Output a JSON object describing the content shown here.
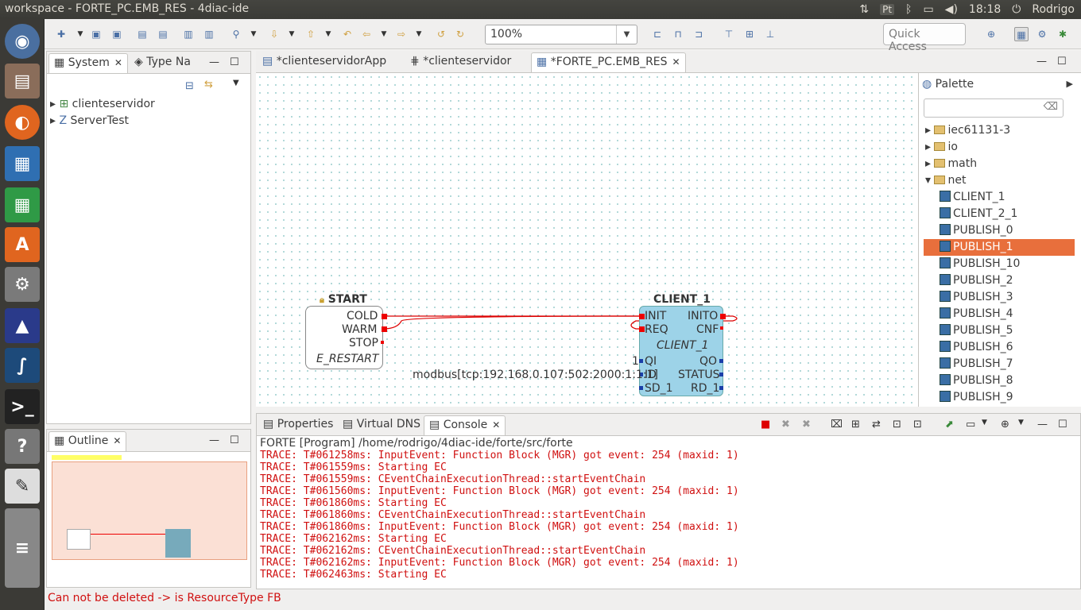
{
  "window": {
    "title": "workspace - FORTE_PC.EMB_RES - 4diac-ide"
  },
  "tray": {
    "lang": "Pt",
    "time": "18:18",
    "user": "Rodrigo"
  },
  "toolbar": {
    "zoom": "100%",
    "quick_access_placeholder": "Quick Access"
  },
  "system_panel": {
    "tabs": [
      {
        "label": "System"
      },
      {
        "label": "Type Na"
      }
    ],
    "tree": [
      {
        "label": "clienteservidor"
      },
      {
        "label": "ServerTest"
      }
    ]
  },
  "outline_panel": {
    "tab": "Outline"
  },
  "editor": {
    "tabs": [
      {
        "label": "*clienteservidorApp"
      },
      {
        "label": "*clienteservidor"
      },
      {
        "label": "*FORTE_PC.EMB_RES"
      }
    ],
    "start_fb": {
      "name": "START",
      "outputs": [
        "COLD",
        "WARM",
        "STOP"
      ],
      "type": "E_RESTART"
    },
    "client_fb": {
      "name": "CLIENT_1",
      "type": "CLIENT_1",
      "event_inputs": [
        "INIT",
        "REQ"
      ],
      "event_outputs": [
        "INITO",
        "CNF"
      ],
      "data_inputs": [
        "QI",
        "ID",
        "SD_1"
      ],
      "data_outputs": [
        "QO",
        "STATUS",
        "RD_1"
      ],
      "qi_value": "1",
      "id_value": "modbus[tcp:192.168.0.107:502:2000:1:1:1]"
    }
  },
  "palette": {
    "title": "Palette",
    "folders": [
      {
        "label": "iec61131-3"
      },
      {
        "label": "io"
      },
      {
        "label": "math"
      },
      {
        "label": "net"
      }
    ],
    "net_items": [
      {
        "label": "CLIENT_1"
      },
      {
        "label": "CLIENT_2_1"
      },
      {
        "label": "PUBLISH_0"
      },
      {
        "label": "PUBLISH_1",
        "selected": true
      },
      {
        "label": "PUBLISH_10"
      },
      {
        "label": "PUBLISH_2"
      },
      {
        "label": "PUBLISH_3"
      },
      {
        "label": "PUBLISH_4"
      },
      {
        "label": "PUBLISH_5"
      },
      {
        "label": "PUBLISH_6"
      },
      {
        "label": "PUBLISH_7"
      },
      {
        "label": "PUBLISH_8"
      },
      {
        "label": "PUBLISH_9"
      }
    ]
  },
  "console": {
    "tabs": [
      {
        "label": "Properties"
      },
      {
        "label": "Virtual DNS"
      },
      {
        "label": "Console"
      }
    ],
    "path": "FORTE [Program] /home/rodrigo/4diac-ide/forte/src/forte",
    "lines": [
      "TRACE: T#061258ms: InputEvent: Function Block (MGR) got event: 254 (maxid: 1)",
      "TRACE: T#061559ms: Starting EC",
      "TRACE: T#061559ms: CEventChainExecutionThread::startEventChain",
      "TRACE: T#061560ms: InputEvent: Function Block (MGR) got event: 254 (maxid: 1)",
      "TRACE: T#061860ms: Starting EC",
      "TRACE: T#061860ms: CEventChainExecutionThread::startEventChain",
      "TRACE: T#061860ms: InputEvent: Function Block (MGR) got event: 254 (maxid: 1)",
      "TRACE: T#062162ms: Starting EC",
      "TRACE: T#062162ms: CEventChainExecutionThread::startEventChain",
      "TRACE: T#062162ms: InputEvent: Function Block (MGR) got event: 254 (maxid: 1)",
      "TRACE: T#062463ms: Starting EC"
    ]
  },
  "status": {
    "message": "Can not be deleted -> is ResourceType FB"
  }
}
